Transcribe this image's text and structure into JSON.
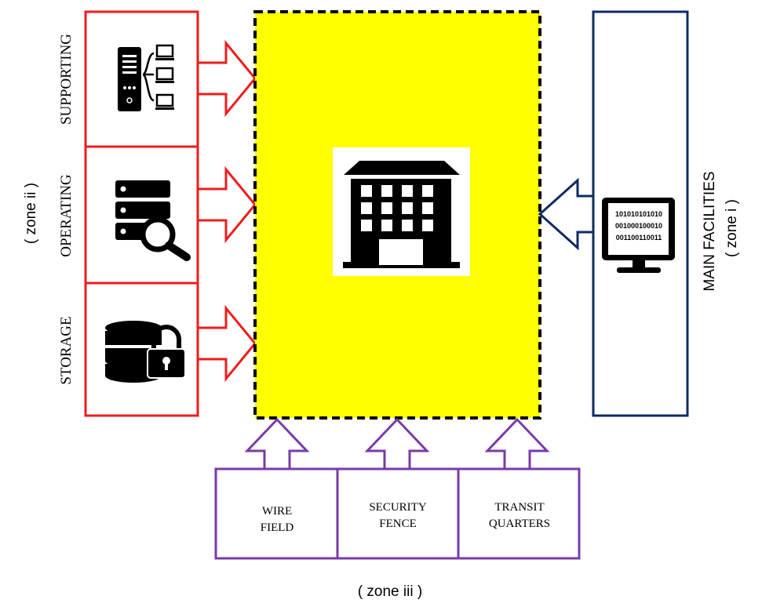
{
  "colors": {
    "zone_ii": "#ee1c1c",
    "zone_i": "#0f2a66",
    "zone_iii": "#7a3aa8",
    "core_fill": "#ffff00",
    "core_border": "#000000",
    "icon": "#000000"
  },
  "zone_ii": {
    "label": "( zone ii )",
    "sections": [
      {
        "label": "SUPPORTING",
        "icon": "server-network-icon"
      },
      {
        "label": "OPERATING",
        "icon": "database-search-icon"
      },
      {
        "label": "STORAGE",
        "icon": "database-lock-icon"
      }
    ]
  },
  "zone_i": {
    "title": "MAIN FACILITIES",
    "label": "( zone  i )",
    "icon": "binary-monitor-icon",
    "binary_lines": [
      "101010101010",
      "001000100010",
      "001100110011"
    ]
  },
  "core": {
    "icon": "building-icon"
  },
  "zone_iii": {
    "label": "( zone iii )",
    "boxes": [
      {
        "line1": "WIRE",
        "line2": "FIELD"
      },
      {
        "line1": "SECURITY",
        "line2": "FENCE"
      },
      {
        "line1": "TRANSIT",
        "line2": "QUARTERS"
      }
    ]
  }
}
